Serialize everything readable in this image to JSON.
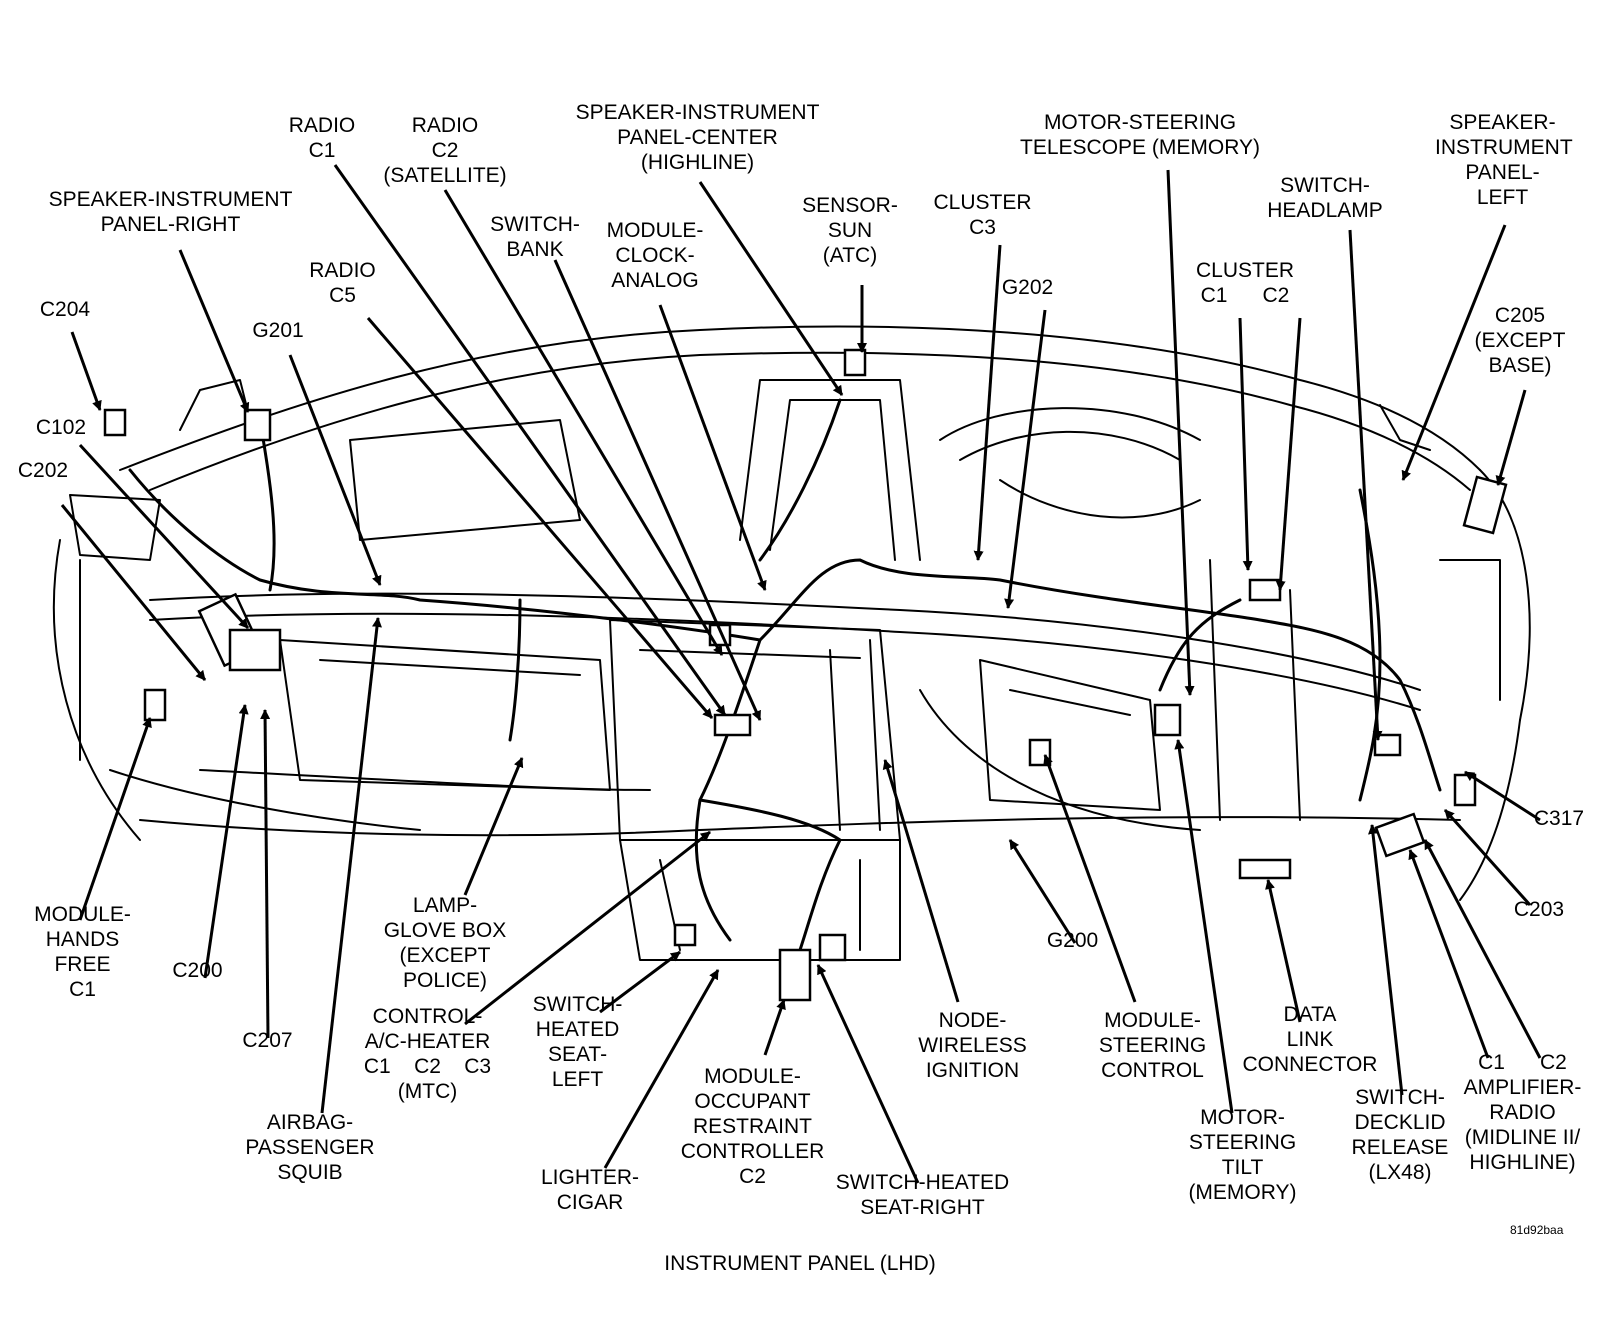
{
  "caption": "INSTRUMENT PANEL (LHD)",
  "figure_id": "81d92baa",
  "labels": {
    "speaker_ip_right": "SPEAKER-INSTRUMENT\nPANEL-RIGHT",
    "radio_c1": "RADIO\nC1",
    "radio_c2": "RADIO\nC2\n(SATELLITE)",
    "speaker_ip_center": "SPEAKER-INSTRUMENT\nPANEL-CENTER\n(HIGHLINE)",
    "switch_bank": "SWITCH-\nBANK",
    "module_clock": "MODULE-\nCLOCK-\nANALOG",
    "sensor_sun": "SENSOR-\nSUN\n(ATC)",
    "cluster_c3": "CLUSTER\nC3",
    "motor_telescope": "MOTOR-STEERING\nTELESCOPE (MEMORY)",
    "switch_headlamp": "SWITCH-\nHEADLAMP",
    "speaker_ip_left": "SPEAKER-\nINSTRUMENT\nPANEL-\nLEFT",
    "radio_c5": "RADIO\nC5",
    "g202": "G202",
    "cluster_c1_c2": "CLUSTER\nC1      C2",
    "c204": "C204",
    "g201": "G201",
    "c205": "C205\n(EXCEPT\nBASE)",
    "c102": "C102",
    "c202": "C202",
    "c317": "C317",
    "c203": "C203",
    "module_hands_free": "MODULE-\nHANDS\nFREE\nC1",
    "c200": "C200",
    "lamp_glove_box": "LAMP-\nGLOVE BOX\n(EXCEPT\nPOLICE)",
    "g200": "G200",
    "data_link": "DATA\nLINK\nCONNECTOR",
    "c207": "C207",
    "control_ac_heater": "CONTROL-\nA/C-HEATER\nC1    C2    C3\n(MTC)",
    "switch_heated_left": "SWITCH-\nHEATED\nSEAT-\nLEFT",
    "module_orc": "MODULE-\nOCCUPANT\nRESTRAINT\nCONTROLLER\nC2",
    "node_wireless": "NODE-\nWIRELESS\nIGNITION",
    "module_steering_control": "MODULE-\nSTEERING\nCONTROL",
    "amplifier_radio": "C1      C2\nAMPLIFIER-\nRADIO\n(MIDLINE II/\nHIGHLINE)",
    "airbag_squib": "AIRBAG-\nPASSENGER\nSQUIB",
    "lighter_cigar": "LIGHTER-\nCIGAR",
    "switch_heated_right": "SWITCH-HEATED\nSEAT-RIGHT",
    "motor_tilt": "MOTOR-\nSTEERING\nTILT\n(MEMORY)",
    "switch_decklid": "SWITCH-\nDECKLID\nRELEASE\n(LX48)"
  }
}
